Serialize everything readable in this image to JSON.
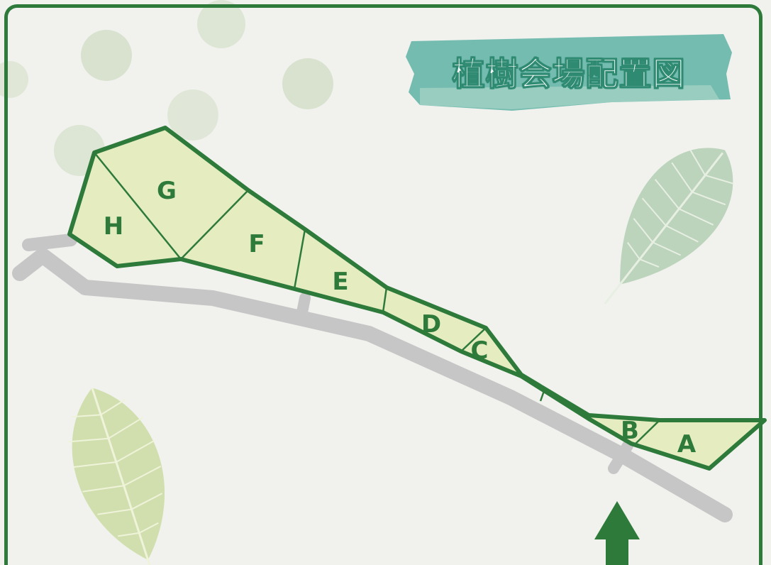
{
  "title": "植樹会場配置図",
  "zones": [
    {
      "id": "A",
      "label": "A"
    },
    {
      "id": "B",
      "label": "B"
    },
    {
      "id": "C",
      "label": "C"
    },
    {
      "id": "D",
      "label": "D"
    },
    {
      "id": "E",
      "label": "E"
    },
    {
      "id": "F",
      "label": "F"
    },
    {
      "id": "G",
      "label": "G"
    },
    {
      "id": "H",
      "label": "H"
    }
  ],
  "colors": {
    "frame": "#2d7a3a",
    "zone_fill": "#e5ecc0",
    "zone_stroke": "#2d7a3a",
    "road": "#c6c6c6",
    "banner": "#5fb3a5",
    "entrance_arrow": "#2d7a3a"
  },
  "icons": {
    "entrance": "up-arrow-icon",
    "leaf_right": "leaf-icon",
    "leaf_left": "leaf-icon"
  }
}
